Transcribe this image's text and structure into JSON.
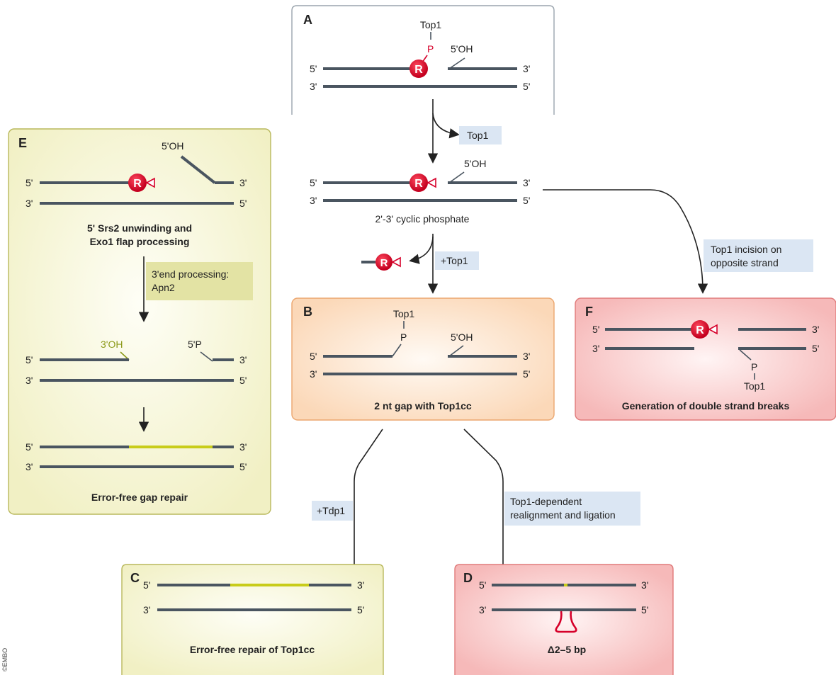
{
  "panels": {
    "A": {
      "letter": "A",
      "top1": "Top1",
      "p": "P",
      "oh": "5'OH",
      "r": "R",
      "t5l": "5'",
      "t3r": "3'",
      "b3l": "3'",
      "b5r": "5'"
    },
    "A2": {
      "oh": "5'OH",
      "r": "R",
      "t5l": "5'",
      "t3r": "3'",
      "b3l": "3'",
      "b5r": "5'",
      "caption": "2'-3' cyclic phosphate"
    },
    "B": {
      "letter": "B",
      "top1": "Top1",
      "p": "P",
      "oh": "5'OH",
      "t5l": "5'",
      "t3r": "3'",
      "b3l": "3'",
      "b5r": "5'",
      "caption": "2 nt gap with Top1cc"
    },
    "C": {
      "letter": "C",
      "t5l": "5'",
      "t3r": "3'",
      "b3l": "3'",
      "b5r": "5'",
      "caption": "Error-free repair of Top1cc"
    },
    "D": {
      "letter": "D",
      "t5l": "5'",
      "t3r": "3'",
      "b3l": "3'",
      "b5r": "5'",
      "caption": "Δ2–5 bp"
    },
    "E": {
      "letter": "E",
      "oh": "5'OH",
      "r": "R",
      "t5l": "5'",
      "t3r": "3'",
      "b3l": "3'",
      "b5r": "5'",
      "caption1a": "5' Srs2 unwinding and",
      "caption1b": "Exo1 flap processing",
      "step_a": "3'end processing:",
      "step_b": "Apn2",
      "oh3": "3'OH",
      "p5": "5'P",
      "t5l_2": "5'",
      "t3r_2": "3'",
      "b3l_2": "3'",
      "b5r_2": "5'",
      "t5l_3": "5'",
      "t3r_3": "3'",
      "b3l_3": "3'",
      "b5r_3": "5'",
      "caption2": "Error-free gap repair"
    },
    "F": {
      "letter": "F",
      "r": "R",
      "p": "P",
      "top1": "Top1",
      "t5l": "5'",
      "t3r": "3'",
      "b3l": "3'",
      "b5r": "5'",
      "caption": "Generation of double strand breaks"
    }
  },
  "tags": {
    "top1": "Top1",
    "plus_top1": "+Top1",
    "incision_a": "Top1 incision on",
    "incision_b": "opposite strand",
    "tdp1": "+Tdp1",
    "realign_a": "Top1-dependent",
    "realign_b": "realignment and ligation",
    "r_free": "R"
  },
  "credit": "©EMBO",
  "colors": {
    "strand": "#4a5560",
    "ribo": "#d6002a",
    "repair": "#c8cc1a",
    "yellow_panel": "#f7f6d6",
    "orange_panel": "#fde1c8",
    "red_panel": "#f9cccc",
    "tag_blue": "#dbe6f3"
  }
}
